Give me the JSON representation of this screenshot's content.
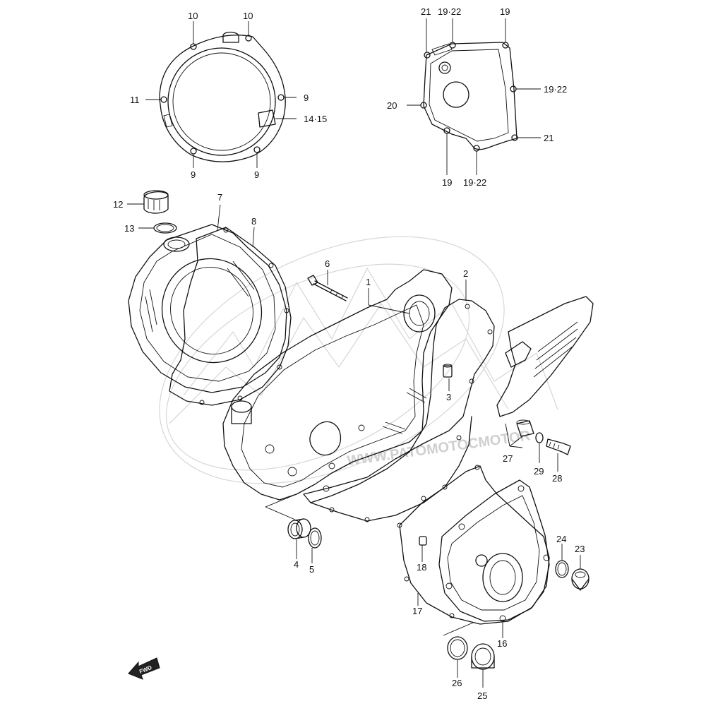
{
  "watermark": {
    "text": "WWW.PATOMOTOCMOTOR"
  },
  "fwd_marker": {
    "text": "FWD"
  },
  "callouts": [
    {
      "id": "c10a",
      "text": "10"
    },
    {
      "id": "c10b",
      "text": "10"
    },
    {
      "id": "c11",
      "text": "11"
    },
    {
      "id": "c9a",
      "text": "9"
    },
    {
      "id": "c1415",
      "text": "14·15"
    },
    {
      "id": "c9b",
      "text": "9"
    },
    {
      "id": "c9c",
      "text": "9"
    },
    {
      "id": "c21a",
      "text": "21"
    },
    {
      "id": "c1922a",
      "text": "19·22"
    },
    {
      "id": "c19a",
      "text": "19"
    },
    {
      "id": "c20",
      "text": "20"
    },
    {
      "id": "c1922b",
      "text": "19·22"
    },
    {
      "id": "c21b",
      "text": "21"
    },
    {
      "id": "c19b",
      "text": "19"
    },
    {
      "id": "c1922c",
      "text": "19·22"
    },
    {
      "id": "c12",
      "text": "12"
    },
    {
      "id": "c7",
      "text": "7"
    },
    {
      "id": "c13",
      "text": "13"
    },
    {
      "id": "c8",
      "text": "8"
    },
    {
      "id": "c6",
      "text": "6"
    },
    {
      "id": "c1",
      "text": "1"
    },
    {
      "id": "c2",
      "text": "2"
    },
    {
      "id": "c3",
      "text": "3"
    },
    {
      "id": "c27",
      "text": "27"
    },
    {
      "id": "c29",
      "text": "29"
    },
    {
      "id": "c28",
      "text": "28"
    },
    {
      "id": "c4",
      "text": "4"
    },
    {
      "id": "c5",
      "text": "5"
    },
    {
      "id": "c18",
      "text": "18"
    },
    {
      "id": "c24",
      "text": "24"
    },
    {
      "id": "c23",
      "text": "23"
    },
    {
      "id": "c17",
      "text": "17"
    },
    {
      "id": "c16",
      "text": "16"
    },
    {
      "id": "c26",
      "text": "26"
    },
    {
      "id": "c25",
      "text": "25"
    }
  ]
}
